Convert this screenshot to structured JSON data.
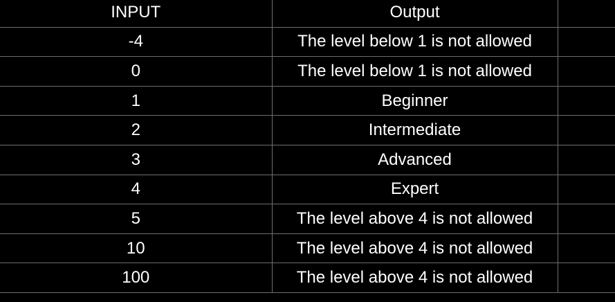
{
  "table": {
    "headers": [
      "INPUT",
      "Output",
      ""
    ],
    "rows": [
      {
        "input": "-4",
        "output": "The level below 1 is not allowed"
      },
      {
        "input": "0",
        "output": "The level below 1 is not allowed"
      },
      {
        "input": "1",
        "output": "Beginner"
      },
      {
        "input": "2",
        "output": "Intermediate"
      },
      {
        "input": "3",
        "output": "Advanced"
      },
      {
        "input": "4",
        "output": "Expert"
      },
      {
        "input": "5",
        "output": "The level above 4 is not allowed"
      },
      {
        "input": "10",
        "output": "The level above 4 is not allowed"
      },
      {
        "input": "100",
        "output": "The level above 4 is not allowed"
      }
    ]
  },
  "colors": {
    "background": "#000000",
    "text": "#ffffff",
    "gridline": "#6e6e6e"
  }
}
